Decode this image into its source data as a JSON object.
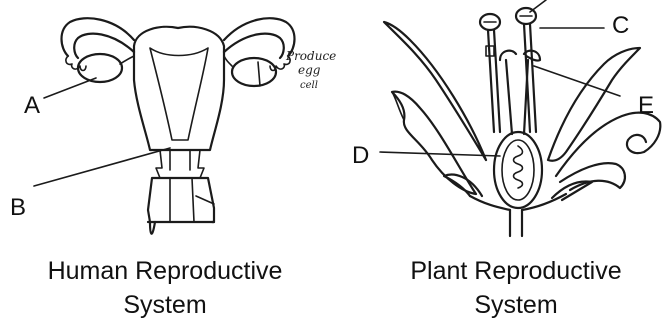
{
  "human": {
    "label_a": "A",
    "label_b": "B",
    "handwritten_line1": "Produce",
    "handwritten_line2": "egg",
    "handwritten_line3": "cell",
    "caption_line1": "Human Reproductive",
    "caption_line2": "System"
  },
  "plant": {
    "label_c": "C",
    "label_d": "D",
    "label_e": "E",
    "caption_line1": "Plant Reproductive",
    "caption_line2": "System"
  }
}
